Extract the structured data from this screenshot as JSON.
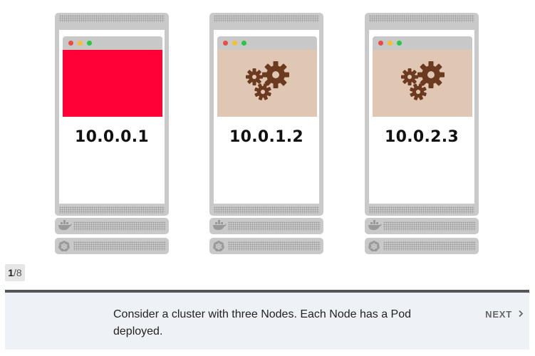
{
  "nodes": [
    {
      "ip": "10.0.0.1",
      "pod_state": "red",
      "pod_color": "#ff0037"
    },
    {
      "ip": "10.0.1.2",
      "pod_state": "gears",
      "pod_color": "#e0c7b4"
    },
    {
      "ip": "10.0.2.3",
      "pod_state": "gears",
      "pod_color": "#e0c7b4"
    }
  ],
  "icons": {
    "gears": "gears-icon",
    "docker": "docker-whale-icon",
    "kubernetes": "kubernetes-wheel-icon",
    "next": "chevron-right-icon"
  },
  "colors": {
    "server_gray": "#c9c9c9",
    "gear_brown": "#6b3a1f",
    "bar_border": "#555555",
    "bar_background": "#eef2f7"
  },
  "counter": {
    "current": "1",
    "total": "/8"
  },
  "caption": "Consider a cluster with three Nodes. Each Node has a Pod deployed.",
  "nav": {
    "next_label": "NEXT"
  }
}
